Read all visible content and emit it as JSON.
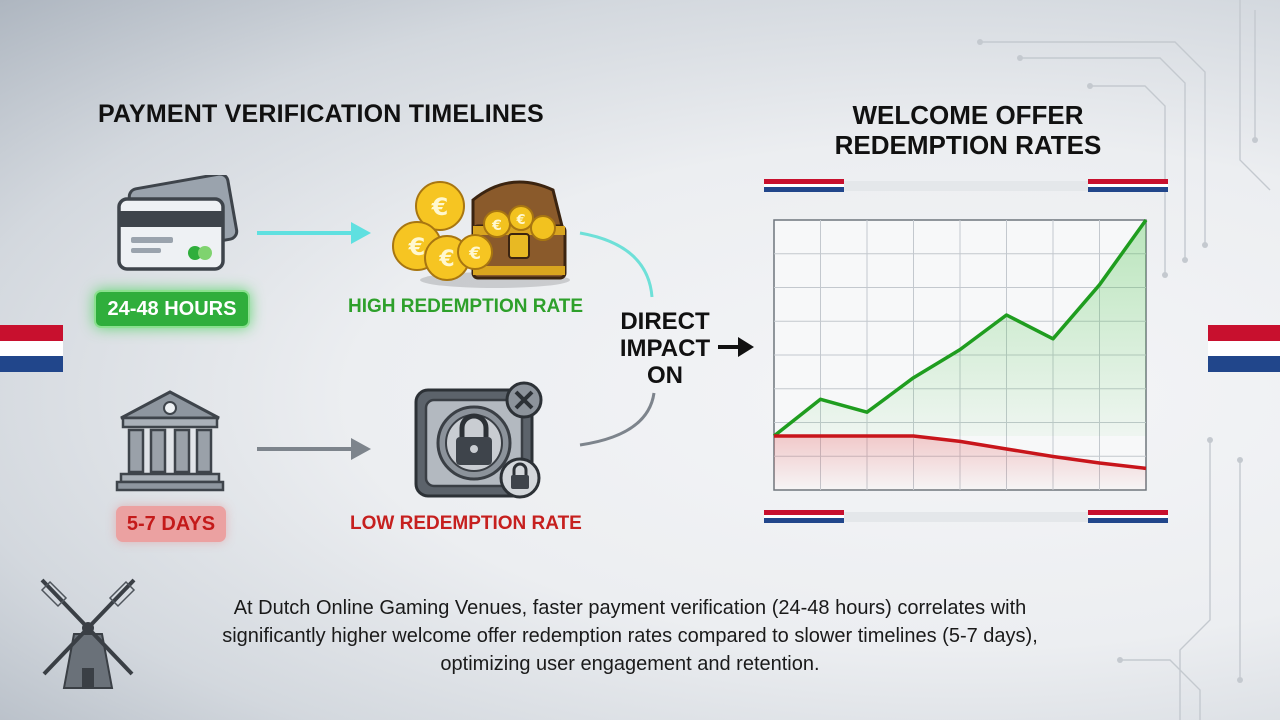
{
  "left_title": "PAYMENT VERIFICATION TIMELINES",
  "right_title": "WELCOME OFFER REDEMPTION RATES",
  "fast_timeline": "24-48 HOURS",
  "slow_timeline": "5-7 DAYS",
  "high_rate_label": "HIGH REDEMPTION RATE",
  "low_rate_label": "LOW REDEMPTION RATE",
  "impact_label": "DIRECT IMPACT ON",
  "description": "At Dutch Online Gaming Venues, faster payment verification (24-48 hours) correlates with significantly higher welcome offer redemption rates compared to slower timelines (5-7 days), optimizing user engagement and retention.",
  "icons": [
    "credit-card-icon",
    "euro-treasure-chest-icon",
    "bank-icon",
    "locked-vault-icon",
    "windmill-icon",
    "dutch-flag-icon"
  ],
  "colors": {
    "high": "#2ea02b",
    "low": "#c6201f",
    "flag_red": "#c8102e",
    "flag_blue": "#21468b"
  },
  "chart_data": {
    "type": "line",
    "x": [
      0,
      1,
      2,
      3,
      4,
      5,
      6,
      7,
      8
    ],
    "series": [
      {
        "values": [
          0,
          17,
          11,
          27,
          40,
          56,
          45,
          70,
          100
        ]
      },
      {
        "values": [
          0,
          0,
          0,
          0,
          -2.5,
          -6,
          -9.5,
          -12.5,
          -15
        ]
      }
    ],
    "xlim": [
      0,
      8
    ],
    "ylim": [
      -25,
      100
    ],
    "grid": true
  }
}
